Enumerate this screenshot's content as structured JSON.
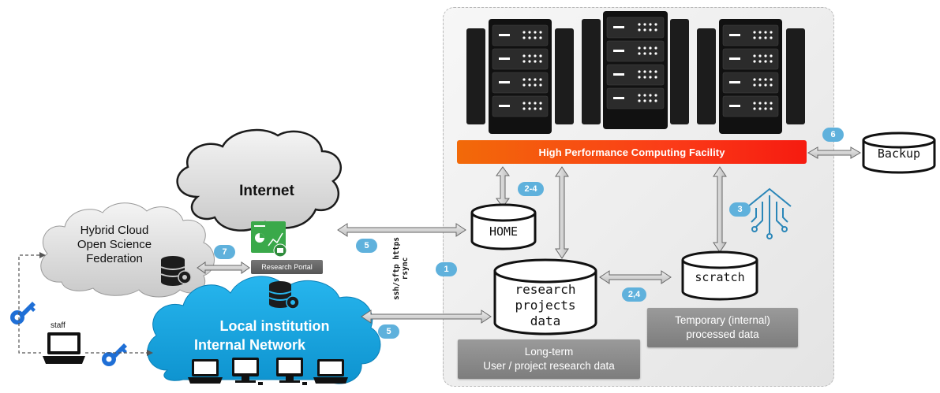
{
  "facility": {
    "bar_label": "High Performance Computing Facility"
  },
  "storage": {
    "home": "HOME",
    "research_line1": "research",
    "research_line2": "projects",
    "research_line3": "data",
    "scratch": "scratch",
    "backup": "Backup"
  },
  "clouds": {
    "internet": "Internet",
    "hybrid_line1": "Hybrid Cloud",
    "hybrid_line2": "Open Science",
    "hybrid_line3": "Federation",
    "local_line1": "Local institution",
    "local_line2": "Internal Network"
  },
  "portal_label": "Research Portal",
  "staff_label": "staff",
  "protocols": {
    "line1": "ssh/sftp https",
    "line2": "rsync"
  },
  "captions": {
    "longterm_line1": "Long-term",
    "longterm_line2": "User / project research data",
    "temporary_line1": "Temporary (internal)",
    "temporary_line2": "processed data"
  },
  "badges": {
    "b1": "1",
    "b2_4": "2-4",
    "b2_4b": "2,4",
    "b3": "3",
    "b5_top": "5",
    "b5_bottom": "5",
    "b6": "6",
    "b7": "7"
  },
  "colors": {
    "facility_bar": "#f5400f",
    "badge": "#5fb1dc",
    "local_cloud": "#1ba8e0",
    "key": "#1f6fd6",
    "server": "#1c1c1c"
  }
}
